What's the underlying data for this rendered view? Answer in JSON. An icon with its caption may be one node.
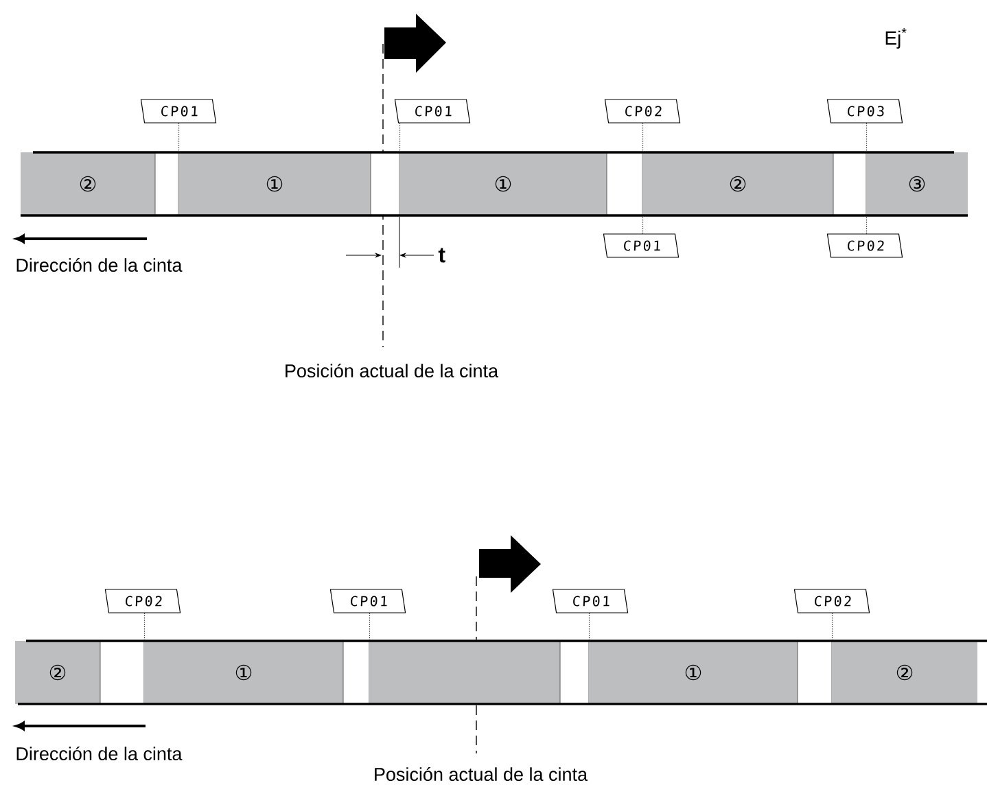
{
  "diagram": {
    "nodes": [
      {
        "text": [
          "CP01"
        ]
      },
      {
        "text": [
          "CP01"
        ]
      },
      {
        "text": [
          "CP02"
        ]
      },
      {
        "text": [
          "CP03"
        ]
      },
      {
        "text": [
          "②"
        ]
      },
      {
        "text": [],
        "shape": "box"
      },
      {
        "text": [
          "①"
        ]
      },
      {
        "text": [],
        "shape": "box"
      },
      {
        "text": [
          "①"
        ]
      },
      {
        "text": [],
        "shape": "box"
      },
      {
        "text": [
          "②"
        ]
      },
      {
        "text": [],
        "shape": "box"
      },
      {
        "text": [
          "③"
        ]
      },
      {
        "text": [
          "CP01"
        ]
      },
      {
        "text": [
          "CP02"
        ]
      },
      {
        "text": [
          "CP02"
        ]
      },
      {
        "text": [
          "CP01"
        ]
      },
      {
        "text": [
          "CP01"
        ]
      },
      {
        "text": [
          "CP02"
        ]
      },
      {
        "text": [
          "②"
        ]
      },
      {
        "text": [],
        "shape": "box"
      },
      {
        "text": [
          "①"
        ]
      },
      {
        "text": [],
        "shape": "box"
      },
      {
        "text": [],
        "shape": "box"
      },
      {
        "text": [],
        "shape": "box"
      },
      {
        "text": [
          "①"
        ]
      },
      {
        "text": [],
        "shape": "box"
      },
      {
        "text": [
          "②"
        ]
      }
    ],
    "edges": [
      {
        "from": 0,
        "to": 5,
        "arrow": "none",
        "style": "dashed"
      },
      {
        "from": 1,
        "to": 7,
        "arrow": "none",
        "style": "dashed"
      },
      {
        "from": 2,
        "to": 9,
        "arrow": "none",
        "style": "dashed"
      },
      {
        "from": 3,
        "to": 11,
        "arrow": "none",
        "style": "dashed"
      },
      {
        "from": 13,
        "to": 9,
        "arrow": "none",
        "style": "dashed"
      },
      {
        "from": 14,
        "to": 11,
        "arrow": "none",
        "style": "dashed"
      },
      {
        "from": 15,
        "to": 20,
        "arrow": "none",
        "style": "dashed"
      },
      {
        "from": 16,
        "to": 22,
        "arrow": "none",
        "style": "dashed"
      },
      {
        "from": 17,
        "to": 24,
        "arrow": "none",
        "style": "dashed"
      },
      {
        "from": 18,
        "to": 26,
        "arrow": "none",
        "style": "dashed"
      }
    ],
    "labels": [
      "Ej$^{*}$",
      "Dirección de la cinta",
      "t",
      "Posición actual de la cinta",
      "Dirección de la cinta",
      "Posición actual de la cinta"
    ]
  }
}
